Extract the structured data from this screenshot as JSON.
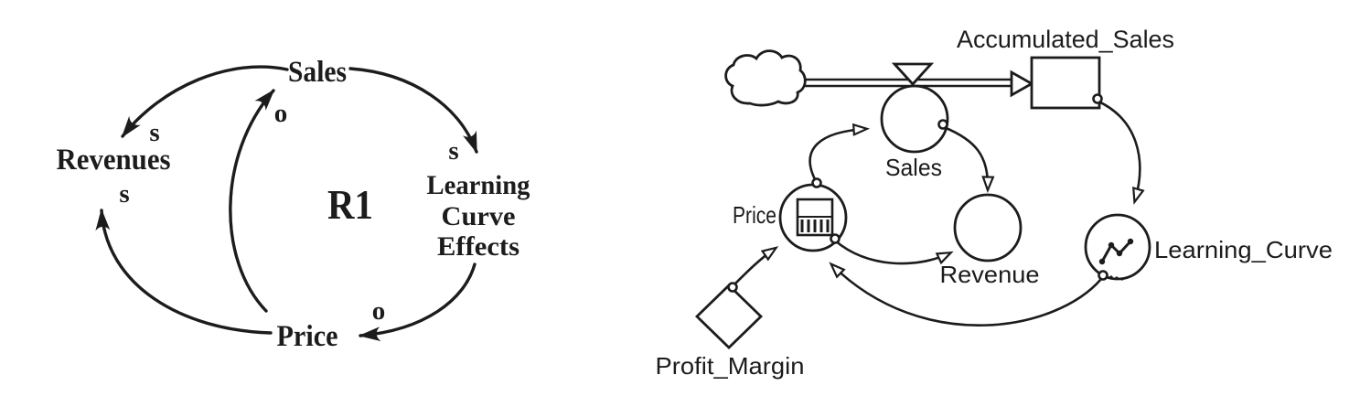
{
  "figure": {
    "background_color": "#ffffff",
    "ink_color": "#1c1c1c"
  },
  "causal_loop_diagram": {
    "loop_id": "R1",
    "nodes": {
      "sales": "Sales",
      "revenues": "Revenues",
      "price": "Price",
      "learning_curve_effects": {
        "line1": "Learning",
        "line2": "Curve",
        "line3": "Effects"
      }
    },
    "links": [
      {
        "from": "Sales",
        "to": "Revenues",
        "polarity": "s"
      },
      {
        "from": "Price",
        "to": "Revenues",
        "polarity": "s"
      },
      {
        "from": "Price",
        "to": "Sales",
        "polarity": "o"
      },
      {
        "from": "Sales",
        "to": "Learning Curve Effects",
        "polarity": "s"
      },
      {
        "from": "Learning Curve Effects",
        "to": "Price",
        "polarity": "o"
      }
    ]
  },
  "stock_flow_diagram": {
    "stock_label": "Accumulated_Sales",
    "flow_label": "Sales",
    "converter_price_label": "Price",
    "converter_revenue_label": "Revenue",
    "converter_learning_curve_label": "Learning_Curve",
    "constant_profit_margin_label": "Profit_Margin",
    "icons": {
      "cloud": "cloud-source-icon",
      "valve": "flow-valve-icon",
      "price_device": "slider-input-icon",
      "learning_curve_device": "graph-function-icon"
    }
  }
}
